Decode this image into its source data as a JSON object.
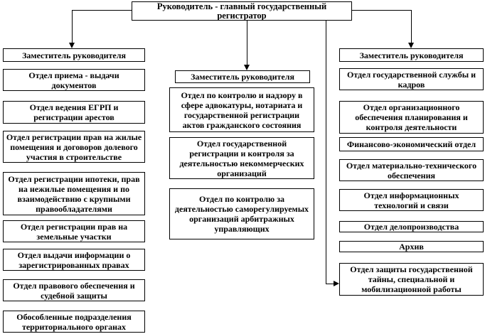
{
  "diagram": {
    "root": "Руководитель - главный государственный регистратор",
    "columns": [
      {
        "header": "Заместитель руководителя",
        "departments": [
          "Отдел приема - выдачи документов",
          "Отдел ведения ЕГРП и регистрации арестов",
          "Отдел регистрации прав на жилые помещения и договоров долевого участия в строительстве",
          "Отдел регистрации ипотеки, прав на нежилые помещения и по взаимодействию с крупными правообладателями",
          "Отдел регистрации прав на земельные участки",
          "Отдел выдачи информации о зарегистрированных правах",
          "Отдел правового обеспечения и судебной защиты",
          "Обособленные подразделения территориального органах"
        ]
      },
      {
        "header": "Заместитель руководителя",
        "departments": [
          "Отдел по контролю и надзору в сфере адвокатуры, нотариата и государственной регистрации актов гражданского состояния",
          "Отдел государственной регистрации и контроля за деятельностью некоммерческих организаций",
          "Отдел по контролю за деятельностью саморегулируемых организаций арбитражных управляющих"
        ]
      },
      {
        "header": "Заместитель руководителя",
        "departments": [
          "Отдел государственной службы и кадров",
          "Отдел организационного обеспечения планирования и контроля деятельности",
          "Финансово-экономический отдел",
          "Отдел материально-технического обеспечения",
          "Отдел информационных технологий и связи",
          "Отдел делопроизводства",
          "Архив",
          "Отдел защиты государственной тайны, специальной и мобилизационной работы"
        ]
      }
    ],
    "colors": {
      "border": "#000000",
      "background": "#ffffff",
      "text": "#000000"
    }
  }
}
